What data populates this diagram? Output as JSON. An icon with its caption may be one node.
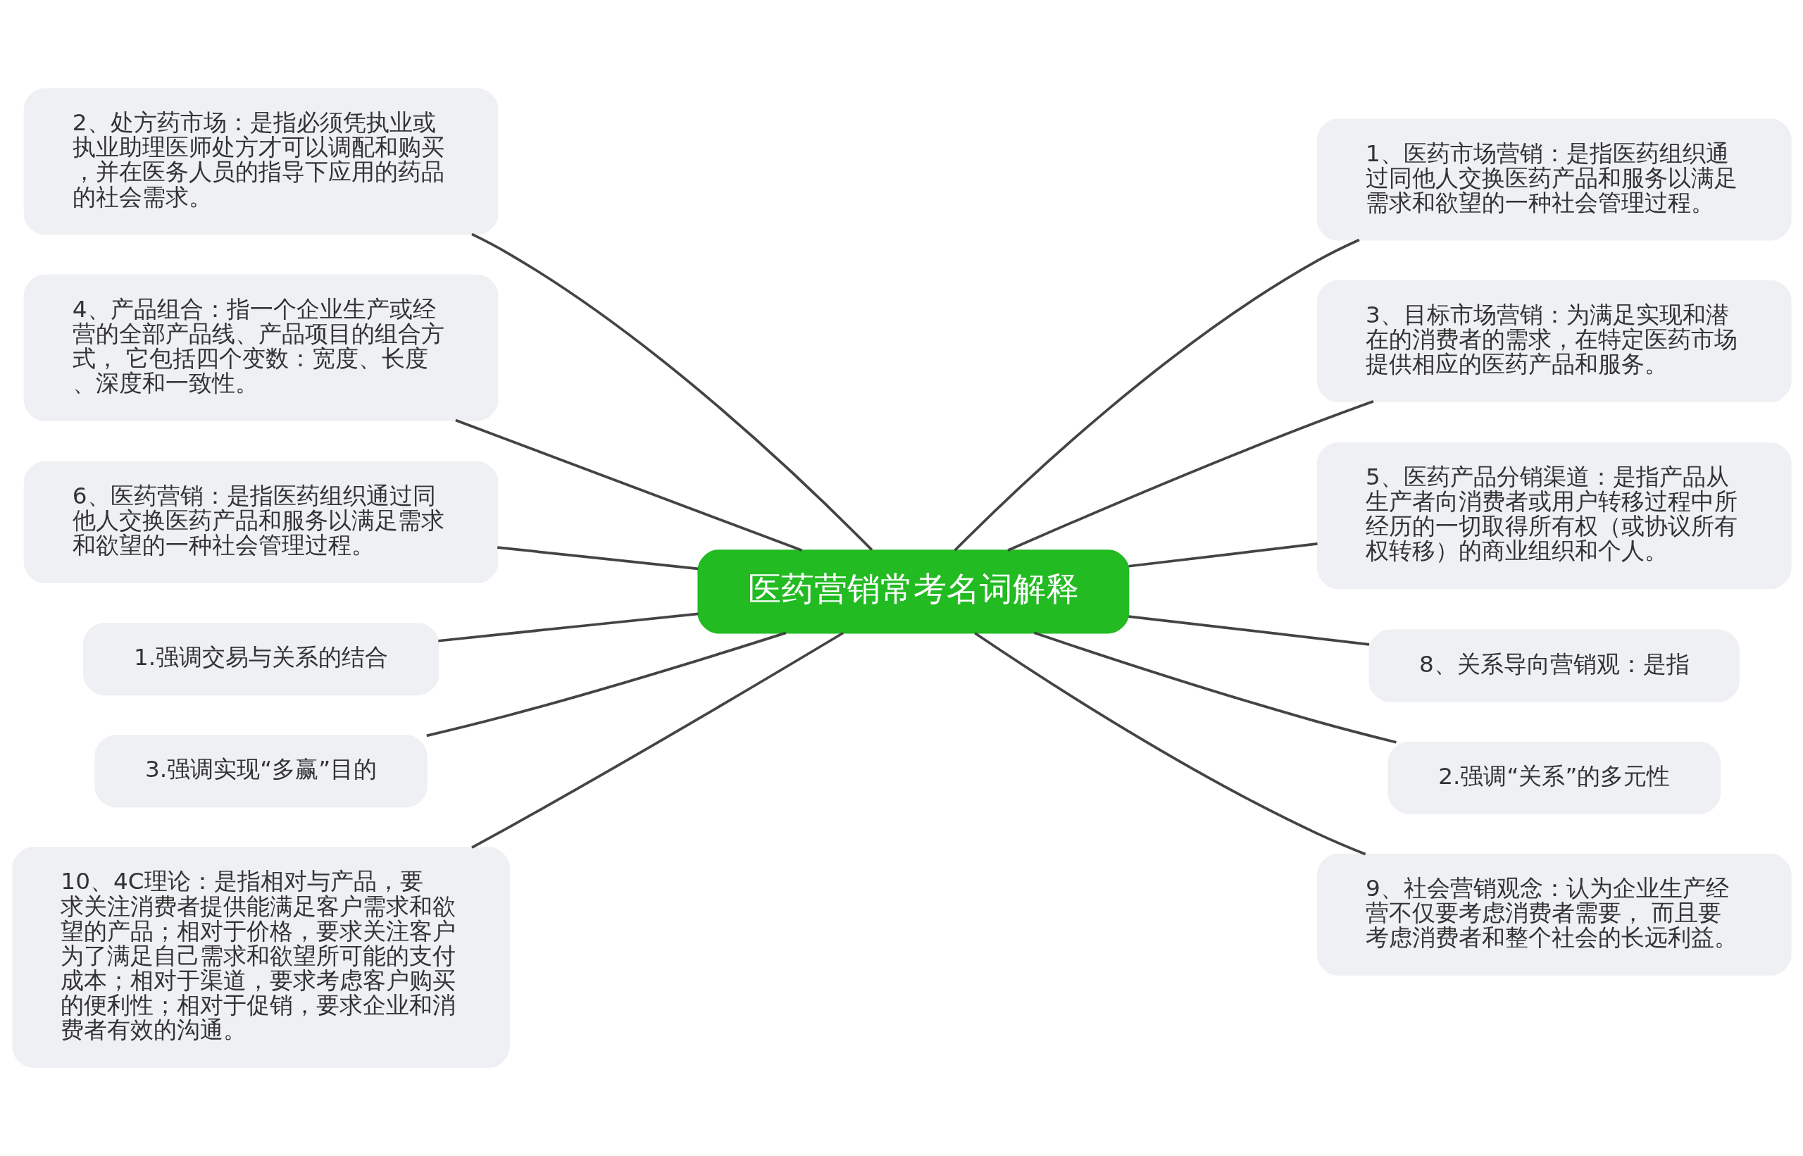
{
  "diagram": {
    "nodes": [
      {
        "text": [
          "医药营销常考名词解释"
        ]
      },
      {
        "text": [
          "2、处方药市场：是指必须凭执业或执业助理医师处方才可以调配和购买，并在医务人员的指导下应用的药品的社会需求。"
        ]
      },
      {
        "text": [
          "4、产品组合：指一个企业生产或经营的全部产品线、产品项目的组合方式， 它包括四个变数：宽度、长度、深度和一致性。"
        ]
      },
      {
        "text": [
          "6、医药营销：是指医药组织通过同他人交换医药产品和服务以满足需求和欲望的一种社会管理过程。"
        ]
      },
      {
        "text": [
          "1.强调交易与关系的结合"
        ]
      },
      {
        "text": [
          "3.强调实现“多赢”目的"
        ]
      },
      {
        "text": [
          "10、4C理论：是指相对与产品，要求关注消费者提供能满足客户需求和欲望的产品；相对于价格，要求关注客户为了满足自己需求和欲望所可能的支付成本；相对于渠道，要求考虑客户购买的便利性；相对于促销，要求企业和消费者有效的沟通。"
        ]
      },
      {
        "text": [
          "1、医药市场营销：是指医药组织通过同他人交换医药产品和服务以满足需求和欲望的一种社会管理过程。"
        ]
      },
      {
        "text": [
          "3、目标市场营销：为满足实现和潜在的消费者的需求，在特定医药市场提供相应的医药产品和服务。"
        ]
      },
      {
        "text": [
          "5、医药产品分销渠道：是指产品从生产者向消费者或用户转移过程中所经历的一切取得所有权（或协议所有权转移）的商业组织和个人。"
        ]
      },
      {
        "text": [
          "8、关系导向营销观：是指"
        ]
      },
      {
        "text": [
          "2.强调“关系”的多元性"
        ]
      },
      {
        "text": [
          "9、社会营销观念：认为企业生产经营不仅要考虑消费者需要， 而且要考虑消费者和整个社会的长远利益。"
        ]
      }
    ],
    "edges": [
      {
        "from": 0,
        "to": 1,
        "arrow": "none"
      },
      {
        "from": 0,
        "to": 2,
        "arrow": "none"
      },
      {
        "from": 0,
        "to": 3,
        "arrow": "none"
      },
      {
        "from": 0,
        "to": 4,
        "arrow": "none"
      },
      {
        "from": 0,
        "to": 5,
        "arrow": "none"
      },
      {
        "from": 0,
        "to": 6,
        "arrow": "none"
      },
      {
        "from": 0,
        "to": 7,
        "arrow": "none"
      },
      {
        "from": 0,
        "to": 8,
        "arrow": "none"
      },
      {
        "from": 0,
        "to": 9,
        "arrow": "none"
      },
      {
        "from": 0,
        "to": 10,
        "arrow": "none"
      },
      {
        "from": 0,
        "to": 11,
        "arrow": "none"
      },
      {
        "from": 0,
        "to": 12,
        "arrow": "none"
      }
    ]
  }
}
